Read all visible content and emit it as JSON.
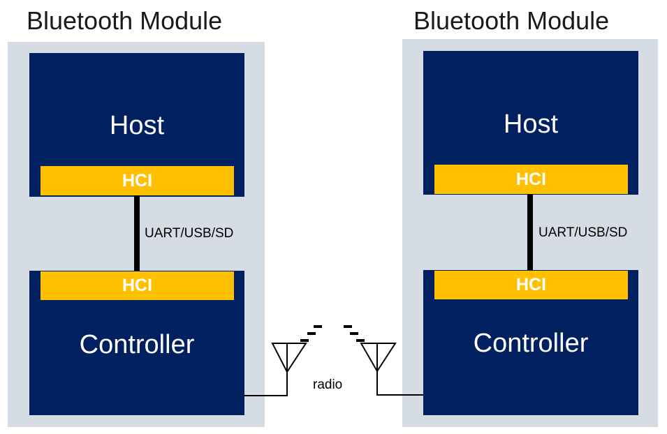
{
  "modules": [
    {
      "title": "Bluetooth Module",
      "host_label": "Host",
      "host_hci_label": "HCI",
      "bus_label": "UART/USB/SD",
      "controller_hci_label": "HCI",
      "controller_label": "Controller"
    },
    {
      "title": "Bluetooth Module",
      "host_label": "Host",
      "host_hci_label": "HCI",
      "bus_label": "UART/USB/SD",
      "controller_hci_label": "HCI",
      "controller_label": "Controller"
    }
  ],
  "radio_label": "radio",
  "colors": {
    "module_background": "#d6dce4",
    "block": "#002060",
    "hci": "#ffc000"
  }
}
